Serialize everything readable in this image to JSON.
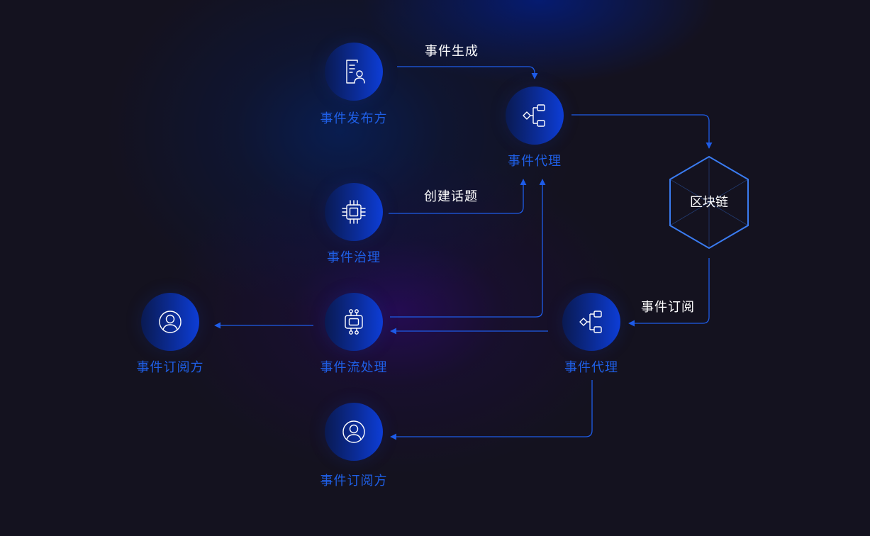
{
  "nodes": {
    "publisher": {
      "label": "事件发布方",
      "icon": "document-user-icon"
    },
    "broker_top": {
      "label": "事件代理",
      "icon": "workflow-icon"
    },
    "governance": {
      "label": "事件治理",
      "icon": "chip-icon"
    },
    "blockchain": {
      "label": "区块链",
      "icon": "hexagon-icon"
    },
    "stream_processing": {
      "label": "事件流处理",
      "icon": "robot-icon"
    },
    "broker_bottom": {
      "label": "事件代理",
      "icon": "workflow-icon"
    },
    "subscriber_left": {
      "label": "事件订阅方",
      "icon": "user-circle-icon"
    },
    "subscriber_bottom": {
      "label": "事件订阅方",
      "icon": "user-circle-icon"
    }
  },
  "edges": {
    "event_generation": "事件生成",
    "create_topic": "创建话题",
    "event_subscription": "事件订阅"
  },
  "colors": {
    "background": "#14121f",
    "label": "#1f5fe6",
    "connector": "#1e5ce8",
    "hexagon": "#3a7bf0"
  }
}
